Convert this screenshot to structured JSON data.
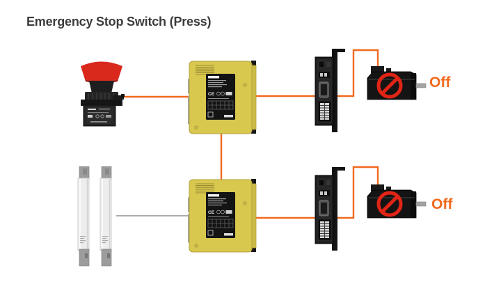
{
  "title": "Emergency Stop Switch (Press)",
  "status": {
    "motor_top": "Off",
    "motor_bottom": "Off"
  },
  "module_label": {
    "ce_mark": "CE"
  },
  "colors": {
    "background": "#FFFFFF",
    "title_text": "#3B3B3B",
    "wire_active": "#F2691D",
    "wire_inactive": "#ACACAC",
    "module_body": "#D8C84E",
    "module_border": "#B1A13C",
    "module_rail": "#CDBD45",
    "estop_red": "#D8291C",
    "prohibition_red": "#E02416",
    "off_text": "#F26A1E"
  },
  "icons": {
    "emergency_stop": "emergency-stop-switch",
    "safety_controller": "safety-controller-module",
    "motor_driver": "motor-driver",
    "servo_motor": "servo-motor",
    "light_curtain": "safety-light-curtain",
    "prohibition": "no-rotation-prohibition-icon"
  }
}
